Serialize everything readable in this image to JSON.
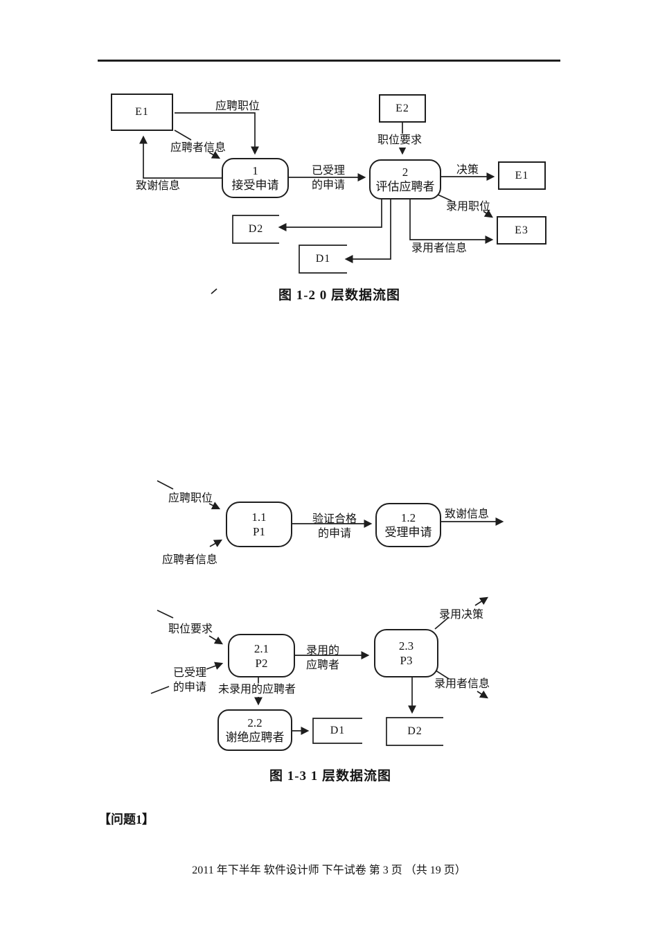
{
  "page": {
    "problem_heading": "【问题1】",
    "footer": "2011 年下半年 软件设计师 下午试卷 第 3 页 （共 19 页）"
  },
  "dfd0": {
    "caption": "图 1-2   0 层数据流图",
    "entity_e1_left": "E1",
    "entity_e2": "E2",
    "entity_e1_right": "E1",
    "entity_e3": "E3",
    "store_d2": "D2",
    "store_d1": "D1",
    "process1_num": "1",
    "process1_name": "接受申请",
    "process2_num": "2",
    "process2_name": "评估应聘者",
    "flow_apply_position": "应聘职位",
    "flow_applicant_info": "应聘者信息",
    "flow_thanks": "致谢信息",
    "flow_accepted_l1": "已受理",
    "flow_accepted_l2": "的申请",
    "flow_position_req": "职位要求",
    "flow_decision": "决策",
    "flow_hire_position": "录用职位",
    "flow_hiree_info": "录用者信息"
  },
  "dfd1": {
    "caption": "图 1-3   1 层数据流图",
    "p11_num": "1.1",
    "p11_name": "P1",
    "p12_num": "1.2",
    "p12_name": "受理申请",
    "p21_num": "2.1",
    "p21_name": "P2",
    "p22_num": "2.2",
    "p22_name": "谢绝应聘者",
    "p23_num": "2.3",
    "p23_name": "P3",
    "store_d1": "D1",
    "store_d2": "D2",
    "flow_apply_position": "应聘职位",
    "flow_applicant_info": "应聘者信息",
    "flow_valid_l1": "验证合格",
    "flow_valid_l2": "的申请",
    "flow_thanks": "致谢信息",
    "flow_position_req": "职位要求",
    "flow_accepted_l1": "已受理",
    "flow_accepted_l2": "的申请",
    "flow_hired_l1": "录用的",
    "flow_hired_l2": "应聘者",
    "flow_hire_decision": "录用决策",
    "flow_hiree_info": "录用者信息",
    "flow_rejected": "未录用的应聘者"
  }
}
